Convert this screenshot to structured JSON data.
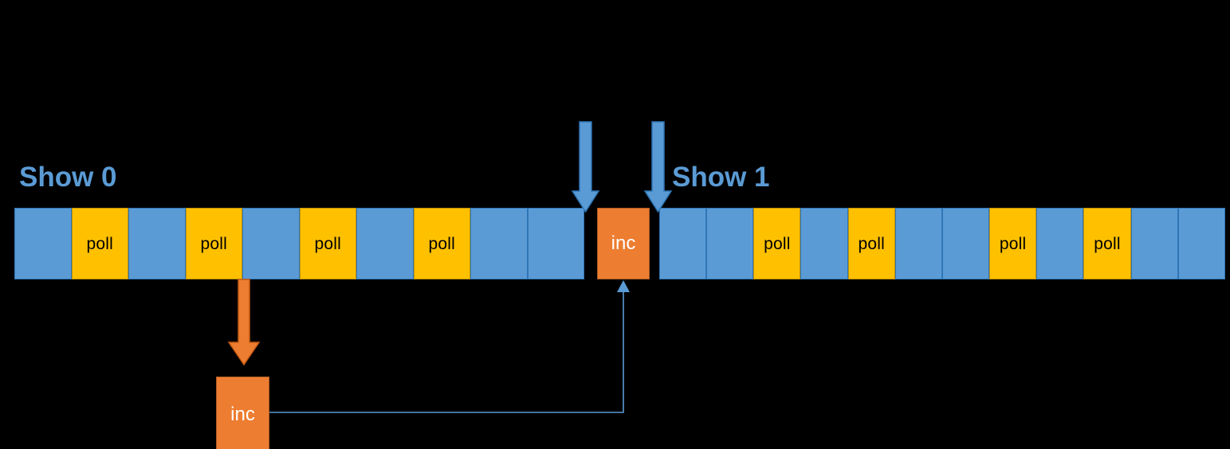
{
  "diagram": {
    "title_labels": [
      {
        "text": "Show 0",
        "color": "#5B9BD5"
      },
      {
        "text": "Show 1",
        "color": "#5B9BD5"
      }
    ],
    "colors": {
      "background": "#000000",
      "blue_block": "#5B9BD5",
      "blue_block_border": "#2E75B6",
      "yellow_block": "#FFC000",
      "yellow_block_border": "#BF9000",
      "orange_block": "#ED7D31",
      "orange_block_border": "#AE5A21",
      "label_blue": "#5B9BD5",
      "connector_blue": "#5B9BD5"
    },
    "timeline_0": {
      "name": "Show 0",
      "blocks": [
        {
          "kind": "blue",
          "label": ""
        },
        {
          "kind": "yellow",
          "label": "poll"
        },
        {
          "kind": "blue",
          "label": ""
        },
        {
          "kind": "yellow",
          "label": "poll"
        },
        {
          "kind": "blue",
          "label": ""
        },
        {
          "kind": "yellow",
          "label": "poll"
        },
        {
          "kind": "blue",
          "label": ""
        },
        {
          "kind": "yellow",
          "label": "poll"
        },
        {
          "kind": "blue",
          "label": ""
        },
        {
          "kind": "blue",
          "label": ""
        }
      ]
    },
    "inc_timeline": {
      "label": "inc"
    },
    "timeline_1": {
      "name": "Show 1",
      "blocks": [
        {
          "kind": "blue",
          "label": ""
        },
        {
          "kind": "blue",
          "label": ""
        },
        {
          "kind": "yellow",
          "label": "poll"
        },
        {
          "kind": "blue",
          "label": ""
        },
        {
          "kind": "yellow",
          "label": "poll"
        },
        {
          "kind": "blue",
          "label": ""
        },
        {
          "kind": "blue",
          "label": ""
        },
        {
          "kind": "yellow",
          "label": "poll"
        },
        {
          "kind": "blue",
          "label": ""
        },
        {
          "kind": "yellow",
          "label": "poll"
        },
        {
          "kind": "blue",
          "label": ""
        },
        {
          "kind": "blue",
          "label": ""
        }
      ]
    },
    "inc_detached": {
      "label": "inc"
    },
    "arrows": [
      {
        "name": "blue-down-arrow-1",
        "direction": "down",
        "color": "#5B9BD5"
      },
      {
        "name": "blue-down-arrow-2",
        "direction": "down",
        "color": "#5B9BD5"
      },
      {
        "name": "orange-down-arrow",
        "direction": "down",
        "color": "#ED7D31"
      },
      {
        "name": "blue-return-connector",
        "direction": "up",
        "color": "#5B9BD5"
      }
    ]
  }
}
